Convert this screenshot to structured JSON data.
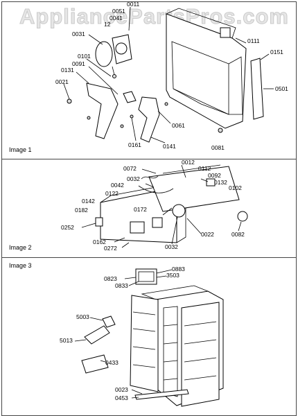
{
  "watermark": "AppliancePartsPros.com",
  "panels": [
    {
      "title": "Image 1",
      "labels": [
        "0011",
        "0051",
        "0041",
        "12",
        "0031",
        "0101",
        "0091",
        "0131",
        "0021",
        "0061",
        "0161",
        "0141",
        "0081",
        "0111",
        "0151",
        "0501"
      ]
    },
    {
      "title": "Image 2",
      "labels": [
        "0072",
        "0012",
        "0112",
        "0092",
        "0032",
        "0042",
        "0132",
        "0122",
        "0102",
        "0142",
        "0172",
        "0182",
        "0252",
        "0022",
        "0082",
        "0162",
        "0272",
        "0032"
      ]
    },
    {
      "title": "Image 3",
      "labels": [
        "0883",
        "3503",
        "0823",
        "0833",
        "5003",
        "5013",
        "0433",
        "0023",
        "0453"
      ]
    }
  ]
}
